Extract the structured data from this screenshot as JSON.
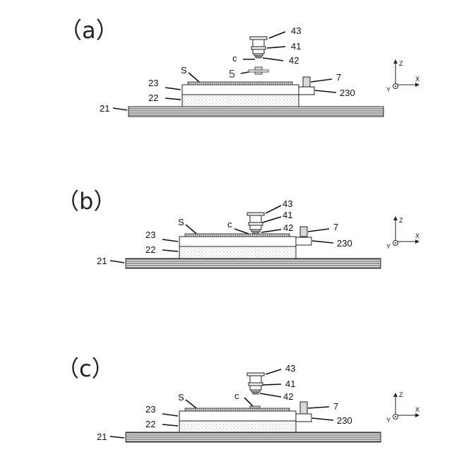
{
  "panels": [
    {
      "id": "a",
      "title": "（a）",
      "labels": {
        "n43": "43",
        "n41": "41",
        "nc": "c",
        "n42": "42",
        "n5": "5",
        "nS": "S",
        "n7": "7",
        "n23": "23",
        "n230": "230",
        "n22": "22",
        "n21": "21"
      }
    },
    {
      "id": "b",
      "title": "（b）",
      "labels": {
        "n43": "43",
        "n41": "41",
        "nc": "c",
        "n42": "42",
        "nS": "S",
        "n7": "7",
        "n23": "23",
        "n230": "230",
        "n22": "22",
        "n21": "21"
      }
    },
    {
      "id": "c",
      "title": "（c）",
      "labels": {
        "n43": "43",
        "n41": "41",
        "nc": "c",
        "n42": "42",
        "nS": "S",
        "n7": "7",
        "n23": "23",
        "n230": "230",
        "n22": "22",
        "n21": "21"
      }
    }
  ],
  "axes": {
    "z": "Z",
    "x": "X",
    "y": "Y"
  },
  "colors": {
    "line": "#111111",
    "hatch": "#555555",
    "stage": "#f4f4f4",
    "block": "#d8d8d8"
  }
}
